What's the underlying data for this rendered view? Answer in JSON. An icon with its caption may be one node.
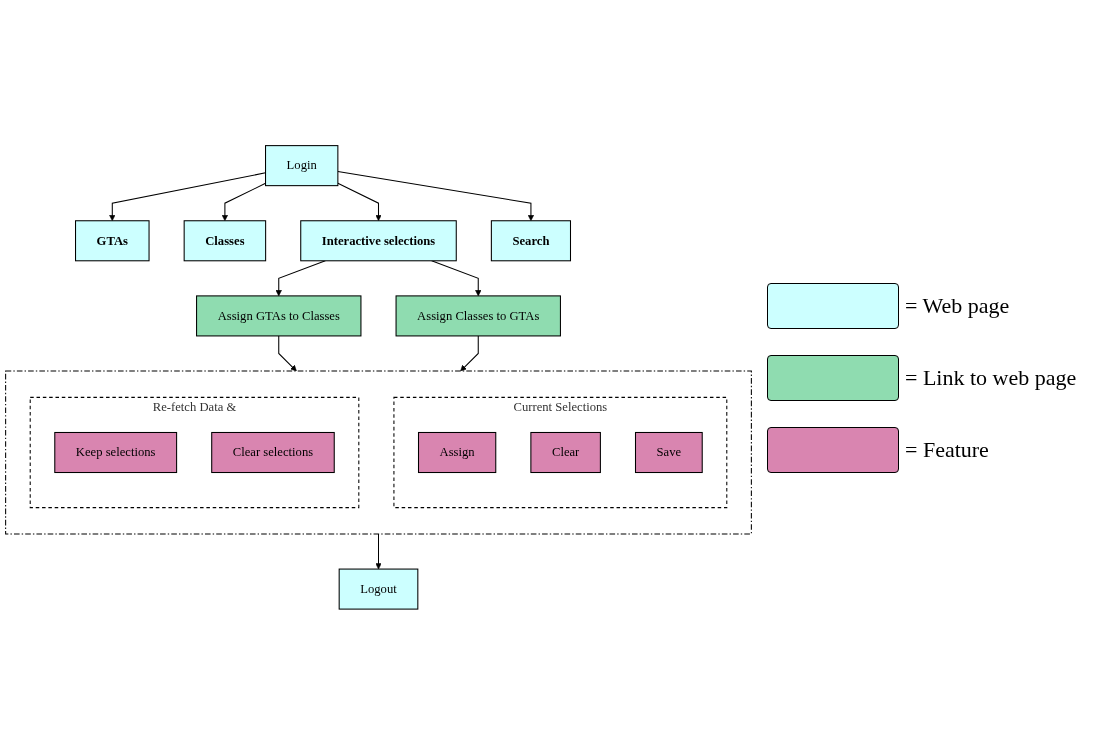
{
  "diagram": {
    "nodes": [
      {
        "text": [
          "Login"
        ]
      },
      {
        "text": [
          "GTAs"
        ]
      },
      {
        "text": [
          "Classes"
        ]
      },
      {
        "text": [
          "Interactive selections"
        ]
      },
      {
        "text": [
          "Search"
        ]
      },
      {
        "text": [
          "Assign GTAs to Classes"
        ]
      },
      {
        "text": [
          "Assign Classes to GTAs"
        ]
      },
      {
        "text": [],
        "shape": "box"
      },
      {
        "text": [
          "Re-fetch Data &"
        ],
        "in": 7
      },
      {
        "text": [
          "Keep selections"
        ],
        "in": 8
      },
      {
        "text": [
          "Clear selections"
        ],
        "in": 8
      },
      {
        "text": [
          "Current Selections"
        ],
        "in": 7
      },
      {
        "text": [
          "Assign"
        ],
        "in": 11
      },
      {
        "text": [
          "Clear"
        ],
        "in": 11
      },
      {
        "text": [
          "Save"
        ],
        "in": 11
      },
      {
        "text": [
          "Logout"
        ]
      }
    ],
    "edges": [
      {
        "from": 0,
        "to": 1,
        "arrow": "to"
      },
      {
        "from": 0,
        "to": 2,
        "arrow": "to"
      },
      {
        "from": 0,
        "to": 3,
        "arrow": "to"
      },
      {
        "from": 0,
        "to": 4,
        "arrow": "to"
      },
      {
        "from": 3,
        "to": 5,
        "arrow": "to"
      },
      {
        "from": 3,
        "to": 6,
        "arrow": "to"
      },
      {
        "from": 5,
        "to": 7,
        "arrow": "to"
      },
      {
        "from": 6,
        "to": 7,
        "arrow": "to"
      },
      {
        "from": 7,
        "to": 15,
        "arrow": "to"
      }
    ],
    "legend": [
      {
        "text": "= Web page",
        "color": "#ccffff"
      },
      {
        "text": "= Link to web page",
        "color": "#8fdcb0"
      },
      {
        "text": "= Feature",
        "color": "#d985b0"
      }
    ]
  }
}
